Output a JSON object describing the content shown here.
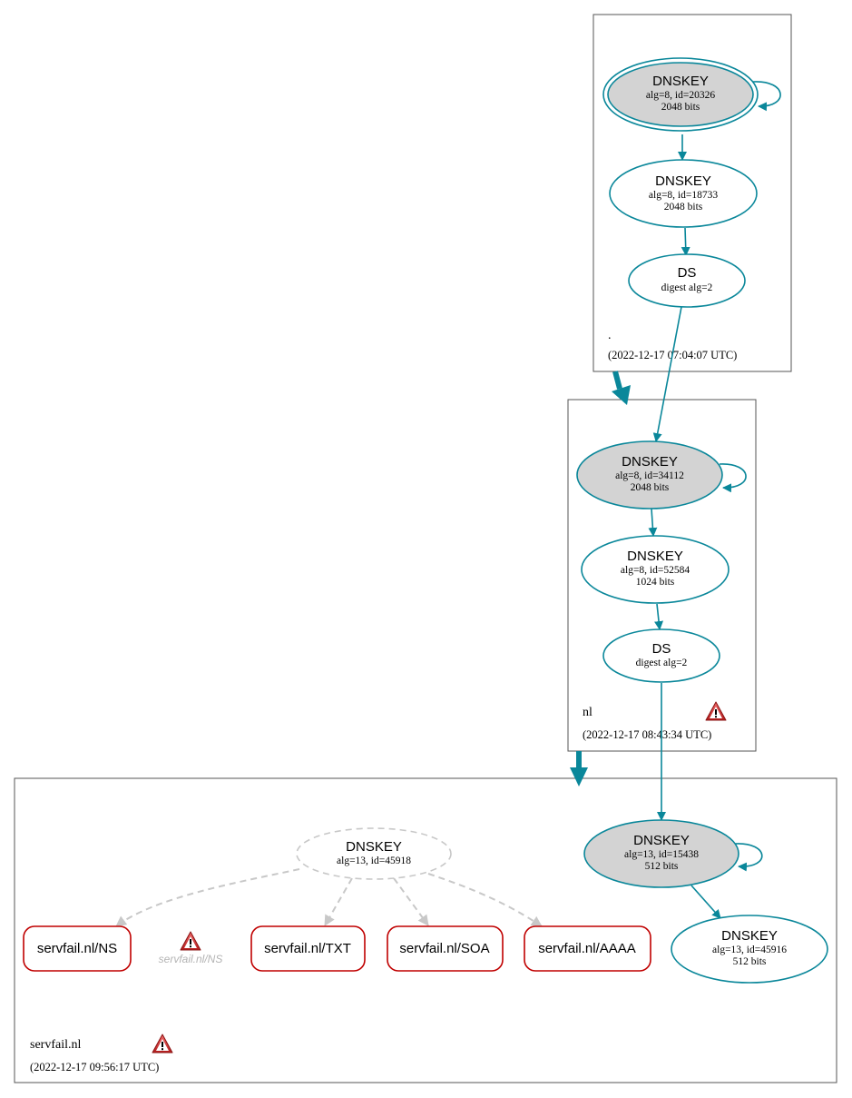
{
  "zones": {
    "root": {
      "name": ".",
      "timestamp": "(2022-12-17 07:04:07 UTC)"
    },
    "nl": {
      "name": "nl",
      "timestamp": "(2022-12-17 08:43:34 UTC)"
    },
    "servfail": {
      "name": "servfail.nl",
      "timestamp": "(2022-12-17 09:56:17 UTC)"
    }
  },
  "nodes": {
    "root_ksk": {
      "title": "DNSKEY",
      "line1": "alg=8, id=20326",
      "line2": "2048 bits"
    },
    "root_zsk": {
      "title": "DNSKEY",
      "line1": "alg=8, id=18733",
      "line2": "2048 bits"
    },
    "root_ds": {
      "title": "DS",
      "line1": "digest alg=2"
    },
    "nl_ksk": {
      "title": "DNSKEY",
      "line1": "alg=8, id=34112",
      "line2": "2048 bits"
    },
    "nl_zsk": {
      "title": "DNSKEY",
      "line1": "alg=8, id=52584",
      "line2": "1024 bits"
    },
    "nl_ds": {
      "title": "DS",
      "line1": "digest alg=2"
    },
    "sf_missing": {
      "title": "DNSKEY",
      "line1": "alg=13, id=45918"
    },
    "sf_ksk": {
      "title": "DNSKEY",
      "line1": "alg=13, id=15438",
      "line2": "512 bits"
    },
    "sf_zsk": {
      "title": "DNSKEY",
      "line1": "alg=13, id=45916",
      "line2": "512 bits"
    }
  },
  "rrsets": {
    "ns": "servfail.nl/NS",
    "txt": "servfail.nl/TXT",
    "soa": "servfail.nl/SOA",
    "aaaa": "servfail.nl/AAAA"
  },
  "ghost_label": "servfail.nl/NS",
  "icons": {
    "warning": "warning-triangle-icon"
  },
  "colors": {
    "secure_edge": "#0a879a",
    "ksk_fill": "#d3d3d3",
    "error_border": "#c00000",
    "missing": "#c8c8c8",
    "warning_red": "#d03030"
  }
}
